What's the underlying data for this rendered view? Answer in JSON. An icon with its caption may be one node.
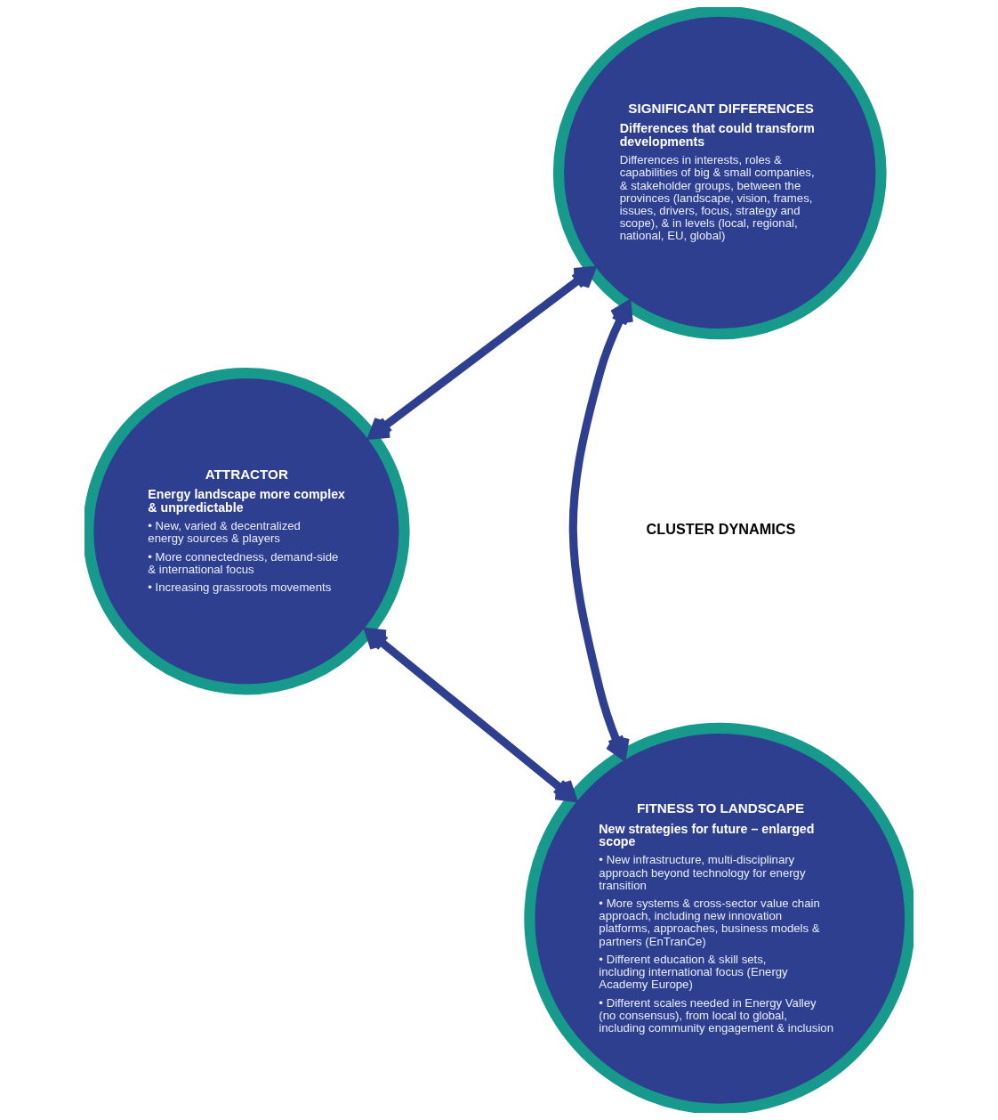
{
  "diagram": {
    "nodes": [
      {
        "text": [
          "ATTRACTOR",
          "Energy landscape more complex & unpredictable",
          "• New, varied & decentralized energy sources & players",
          "• More connectedness, demand-side & international focus",
          "• Increasing grassroots movements"
        ]
      },
      {
        "text": [
          "SIGNIFICANT DIFFERENCES",
          "Differences that could transform developments",
          "Differences in interests, roles & capabilities of big & small companies, & stakeholder groups, between the provinces (landscape, vision, frames, issues, drivers, focus, strategy and scope), & in levels (local, regional, national, EU, global)"
        ]
      },
      {
        "text": [
          "FITNESS TO LANDSCAPE",
          "New strategies for future – enlarged scope",
          "• New infrastructure, multi-disciplinary approach beyond technology for energy transition",
          "• More systems & cross-sector value chain approach, including new innovation platforms, approaches, business models & partners (EnTranCe)",
          "• Different education & skill sets, including international focus (Energy Academy Europe)",
          "• Different scales needed in Energy Valley (no consensus), from local to global, including community engagement & inclusion"
        ]
      }
    ],
    "edges": [
      {
        "from": 0,
        "to": 1,
        "arrow": "both"
      },
      {
        "from": 1,
        "to": 2,
        "arrow": "both"
      },
      {
        "from": 2,
        "to": 0,
        "arrow": "both"
      }
    ],
    "labels": [
      "CLUSTER DYNAMICS"
    ]
  }
}
